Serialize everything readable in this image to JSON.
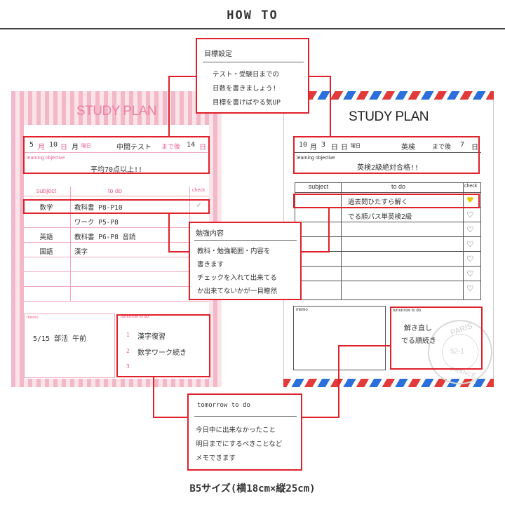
{
  "header": {
    "title": "HOW TO"
  },
  "pink_sheet": {
    "title": "STUDY PLAN",
    "date": {
      "month": "5",
      "month_unit": "月",
      "day": "10",
      "day_unit": "日",
      "weekday": "月",
      "weekday_unit": "曜日",
      "event": "中間テスト",
      "until": "まで後",
      "days": "14",
      "days_unit": "日"
    },
    "objective_label": "learning objective",
    "objective": "平均70点以上!!",
    "col_subject": "subject",
    "col_todo": "to do",
    "col_check": "check",
    "rows": [
      {
        "subject": "数学",
        "todo": "教科書 P8-P10"
      },
      {
        "subject": "",
        "todo": "ワーク P5-P8"
      },
      {
        "subject": "英語",
        "todo": "教科書 P6-P8 音読"
      },
      {
        "subject": "国語",
        "todo": "漢字"
      }
    ],
    "memo_label": "memo",
    "memo_text": "5/15 部活 午前",
    "tomorrow_label": "tomorrow to do",
    "tomorrow": [
      {
        "num": "1",
        "text": "漢字復習"
      },
      {
        "num": "2",
        "text": "数学ワーク続き"
      },
      {
        "num": "3",
        "text": ""
      }
    ]
  },
  "white_sheet": {
    "title": "STUDY PLAN",
    "date": {
      "month": "10",
      "month_unit": "月",
      "day": "3",
      "day_unit": "日",
      "weekday": "日",
      "weekday_unit": "曜日",
      "event": "英検",
      "until": "まで後",
      "days": "7",
      "days_unit": "日"
    },
    "objective_label": "learning objective",
    "objective": "英検2級絶対合格!!",
    "col_subject": "subject",
    "col_todo": "to do",
    "col_check": "check",
    "rows": [
      {
        "todo": "過去問ひたすら解く"
      },
      {
        "todo": "でる順パス単英検2級"
      }
    ],
    "memo_label": "memo",
    "tomorrow_label": "tomorrow to do",
    "tomorrow": [
      "解き直し",
      "でる順続き"
    ],
    "stamp_city": "PARIS",
    "stamp_code": "52-1",
    "stamp_country": "FRANCE"
  },
  "callouts": {
    "goal": {
      "title": "目標設定",
      "lines": [
        "テスト・受験日までの",
        "日数を書きましょう!",
        "目標を書けばやる気UP"
      ]
    },
    "study": {
      "title": "勉強内容",
      "lines": [
        "教科・勉強範囲・内容を",
        "書きます",
        "チェックを入れて出来てる",
        "か出来てないかが一目瞭然"
      ]
    },
    "tomorrow": {
      "title": "tomorrow to do",
      "lines": [
        "今日中に出来なかったこと",
        "明日までにするべきことなど",
        "メモできます"
      ]
    }
  },
  "footer": "B5サイズ(横18cm×縦25cm)",
  "colors": {
    "accent_red": "#e0202a",
    "pink": "#ec5f8e",
    "heart_yellow": "#e8c800"
  }
}
